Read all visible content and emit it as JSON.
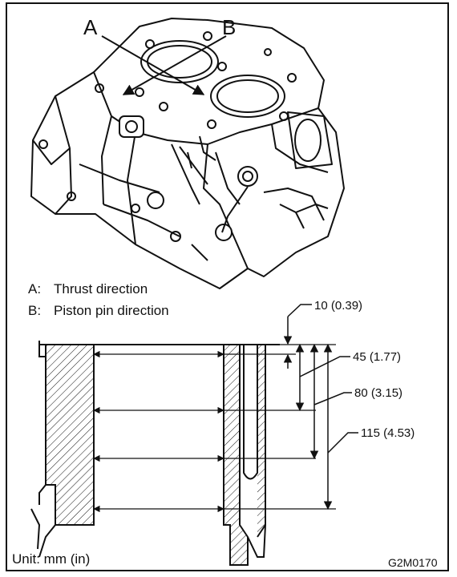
{
  "figure": {
    "label_a": "A",
    "label_b": "B",
    "legend": [
      {
        "key": "A:",
        "text": "Thrust direction"
      },
      {
        "key": "B:",
        "text": "Piston pin direction"
      }
    ],
    "dimensions": [
      {
        "value": "10 (0.39)"
      },
      {
        "value": "45 (1.77)"
      },
      {
        "value": "80 (3.15)"
      },
      {
        "value": "115 (4.53)"
      }
    ],
    "unit": "Unit: mm (in)",
    "code": "G2M0170"
  },
  "colors": {
    "ink": "#111111",
    "background": "#ffffff"
  }
}
